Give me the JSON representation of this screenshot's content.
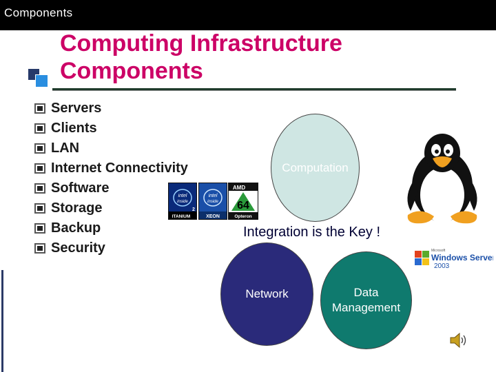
{
  "header": {
    "label": "Components"
  },
  "title": {
    "line1": "Computing Infrastructure",
    "line2": "Components"
  },
  "bullets": [
    "Servers",
    "Clients",
    "LAN",
    "Internet Connectivity",
    "Software",
    "Storage",
    "Backup",
    "Security"
  ],
  "diagram": {
    "computation": "Computation",
    "integration": "Integration is the Key !",
    "network": "Network",
    "data_line1": "Data",
    "data_line2": "Management"
  },
  "logos": {
    "amd": "AMD",
    "amd_64": "64",
    "amd_brand": "Opteron",
    "intel1_brand": "ITANIUM",
    "intel2_brand": "XEON",
    "windows_line1": "Windows Server",
    "windows_line2": "2003"
  },
  "colors": {
    "title": "#cc0066",
    "topbar": "#000000",
    "computation": "#cfe6e3",
    "network": "#2a2a7a",
    "data_management": "#0f7a6e"
  }
}
